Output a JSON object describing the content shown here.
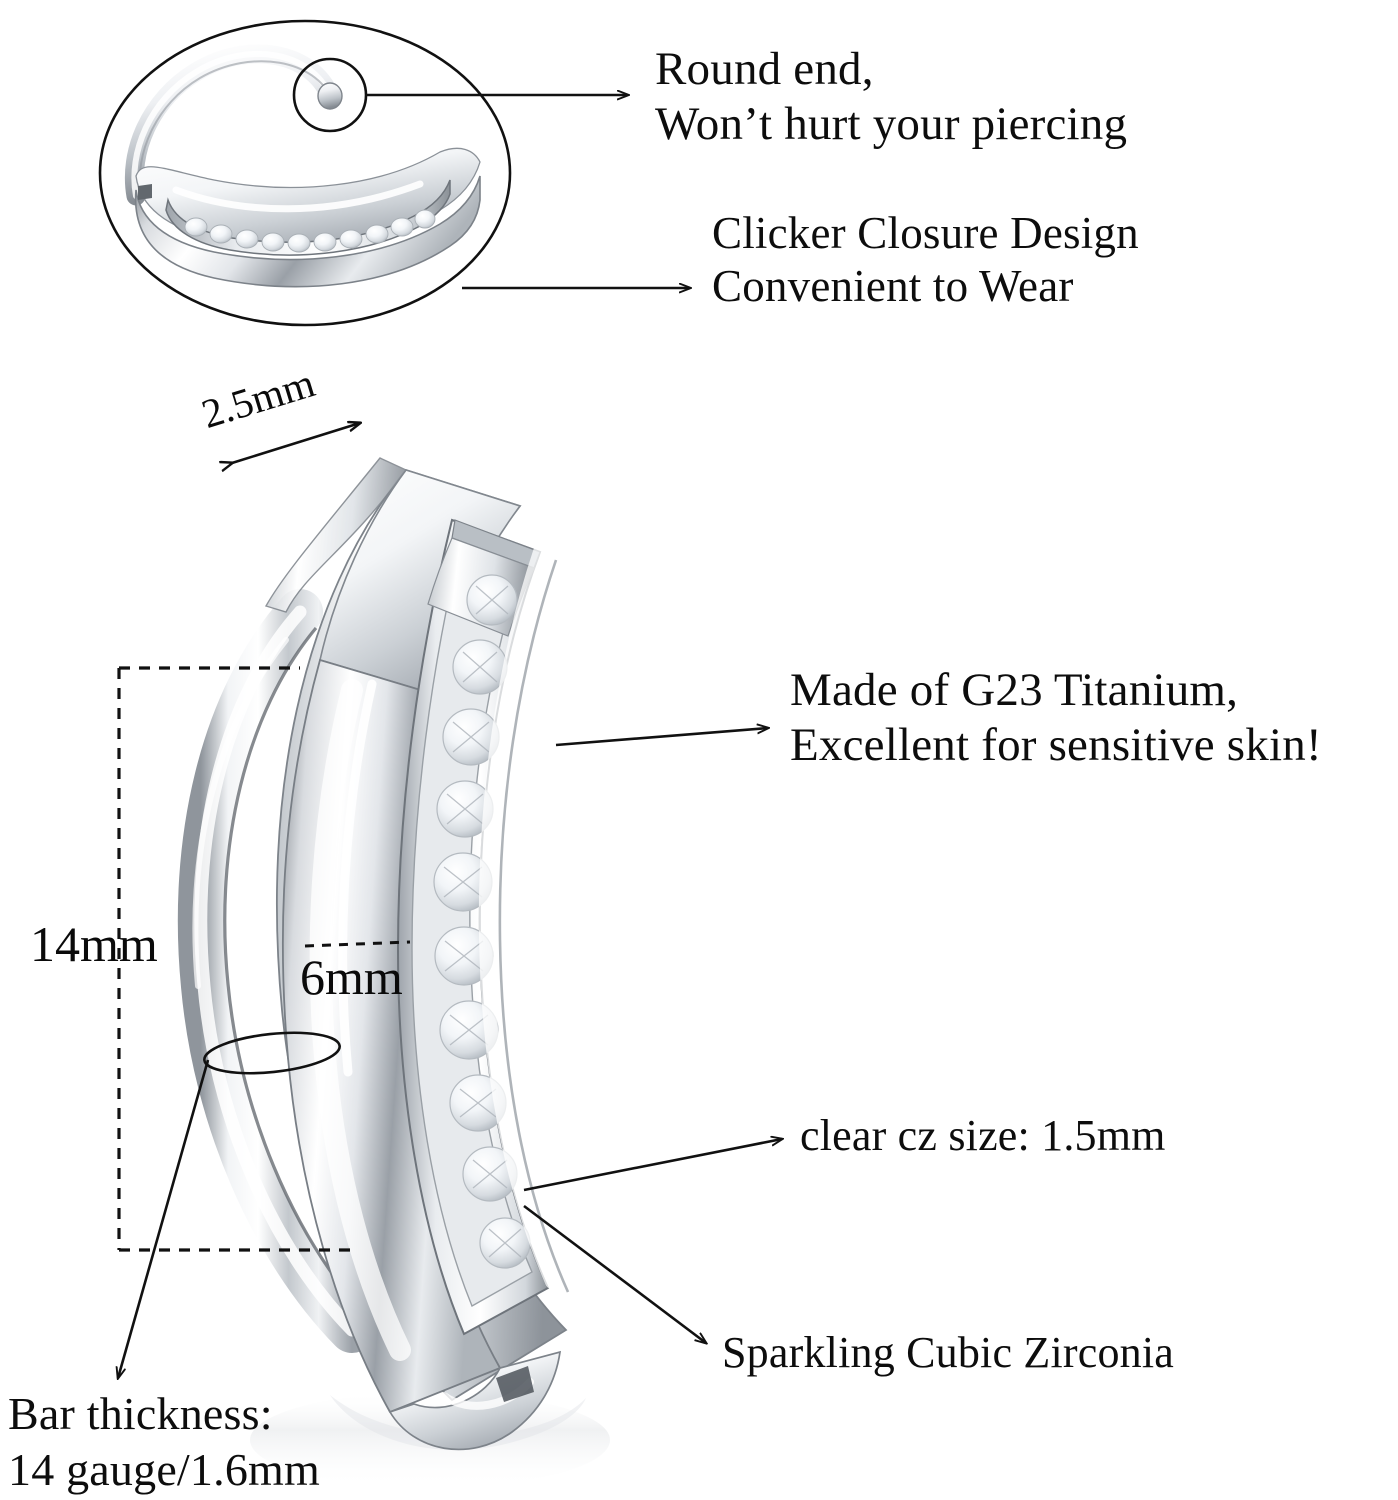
{
  "page": {
    "kind": "product-infographic",
    "subject": "G23 titanium clicker segment ring with channel-set cubic zirconia",
    "background_color": "#ffffff",
    "ink_color": "#111111",
    "metal_color": "#c9ccd1",
    "metal_highlight": "#ffffff",
    "metal_shadow": "#6f747a",
    "gem_color": "#f4f6f8"
  },
  "callouts": {
    "round_end": "Round end,\nWonʼt hurt your piercing",
    "clicker": "Clicker Closure Design\nConvenient to Wear",
    "titanium": "Made of G23 Titanium,\nExcellent for sensitive skin!",
    "cz_size": "clear cz size: 1.5mm",
    "sparkling": "Sparkling Cubic Zirconia",
    "bar_thickness": "Bar thickness:\n14 gauge/1.6mm"
  },
  "dimensions": {
    "width_label": "2.5mm",
    "height_label": "14mm",
    "inner_label": "6mm"
  },
  "icons": {
    "detail_ellipse": "ellipse-outline-icon",
    "round_end_highlight": "circle-highlight-icon",
    "bar_thickness_ellipse": "ellipse-cross-section-icon",
    "arrow": "arrow-right-icon",
    "double_arrow": "double-headed-arrow-icon",
    "dimension_line": "dashed-dimension-line-icon"
  },
  "products": {
    "detail_view": {
      "name": "open-clicker-ring-detail",
      "description": "Top-left open clicker hoop shown inside an oval highlight"
    },
    "main_view": {
      "name": "clicker-ring-main",
      "description": "Large angled view of the hinged segment ring with pave CZ channel"
    }
  }
}
